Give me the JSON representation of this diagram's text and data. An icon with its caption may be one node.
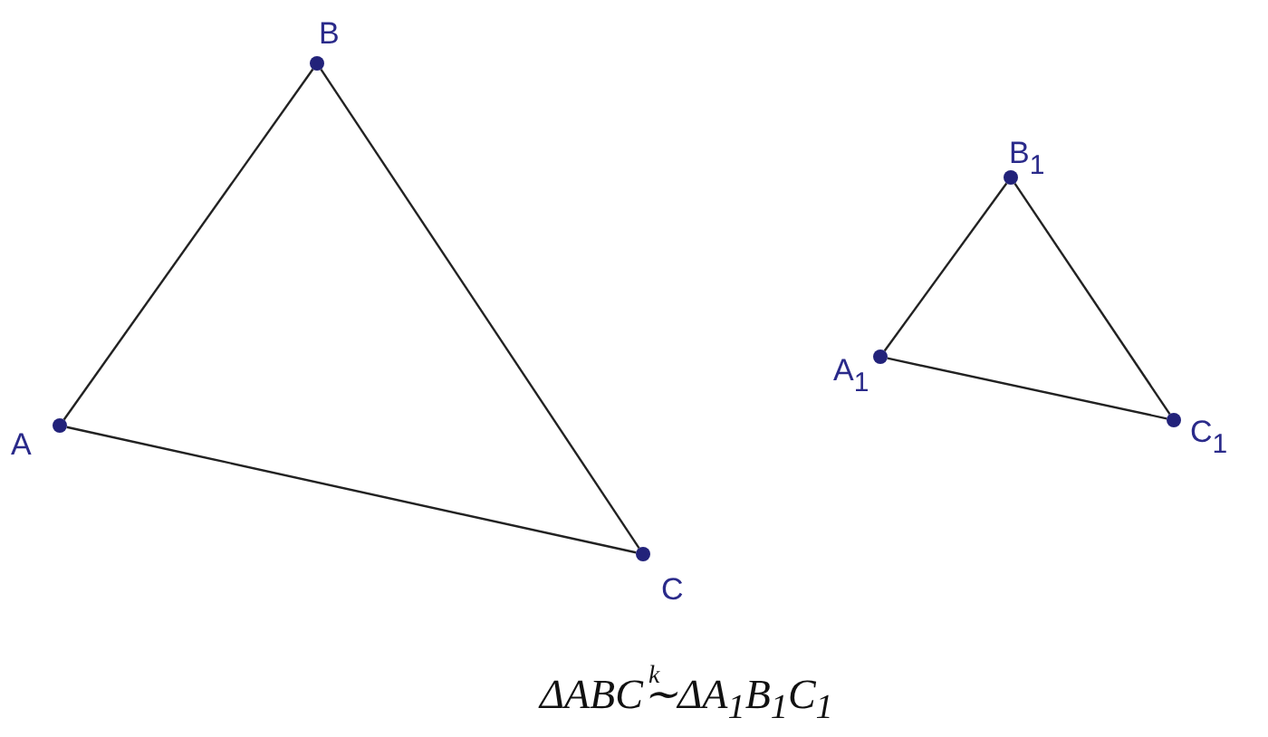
{
  "diagram": {
    "caption": "ΔABC$^{k}$∼ΔA$_{1}$B$_{1}$C$_{1}$",
    "nodes": [
      {
        "text": [],
        "shape": "circle",
        "beside": [
          "A"
        ]
      },
      {
        "text": [],
        "shape": "circle",
        "beside": [
          "B"
        ]
      },
      {
        "text": [],
        "shape": "circle",
        "beside": [
          "C"
        ]
      },
      {
        "text": [],
        "shape": "circle",
        "beside": [
          "A$_{1}$"
        ]
      },
      {
        "text": [],
        "shape": "circle",
        "beside": [
          "B$_{1}$"
        ]
      },
      {
        "text": [],
        "shape": "circle",
        "beside": [
          "C$_{1}$"
        ]
      }
    ],
    "edges": [
      {
        "from": 0,
        "to": 1,
        "arrow": "none"
      },
      {
        "from": 1,
        "to": 2,
        "arrow": "none"
      },
      {
        "from": 0,
        "to": 2,
        "arrow": "none"
      },
      {
        "from": 3,
        "to": 4,
        "arrow": "none"
      },
      {
        "from": 4,
        "to": 5,
        "arrow": "none"
      },
      {
        "from": 3,
        "to": 5,
        "arrow": "none"
      }
    ]
  }
}
